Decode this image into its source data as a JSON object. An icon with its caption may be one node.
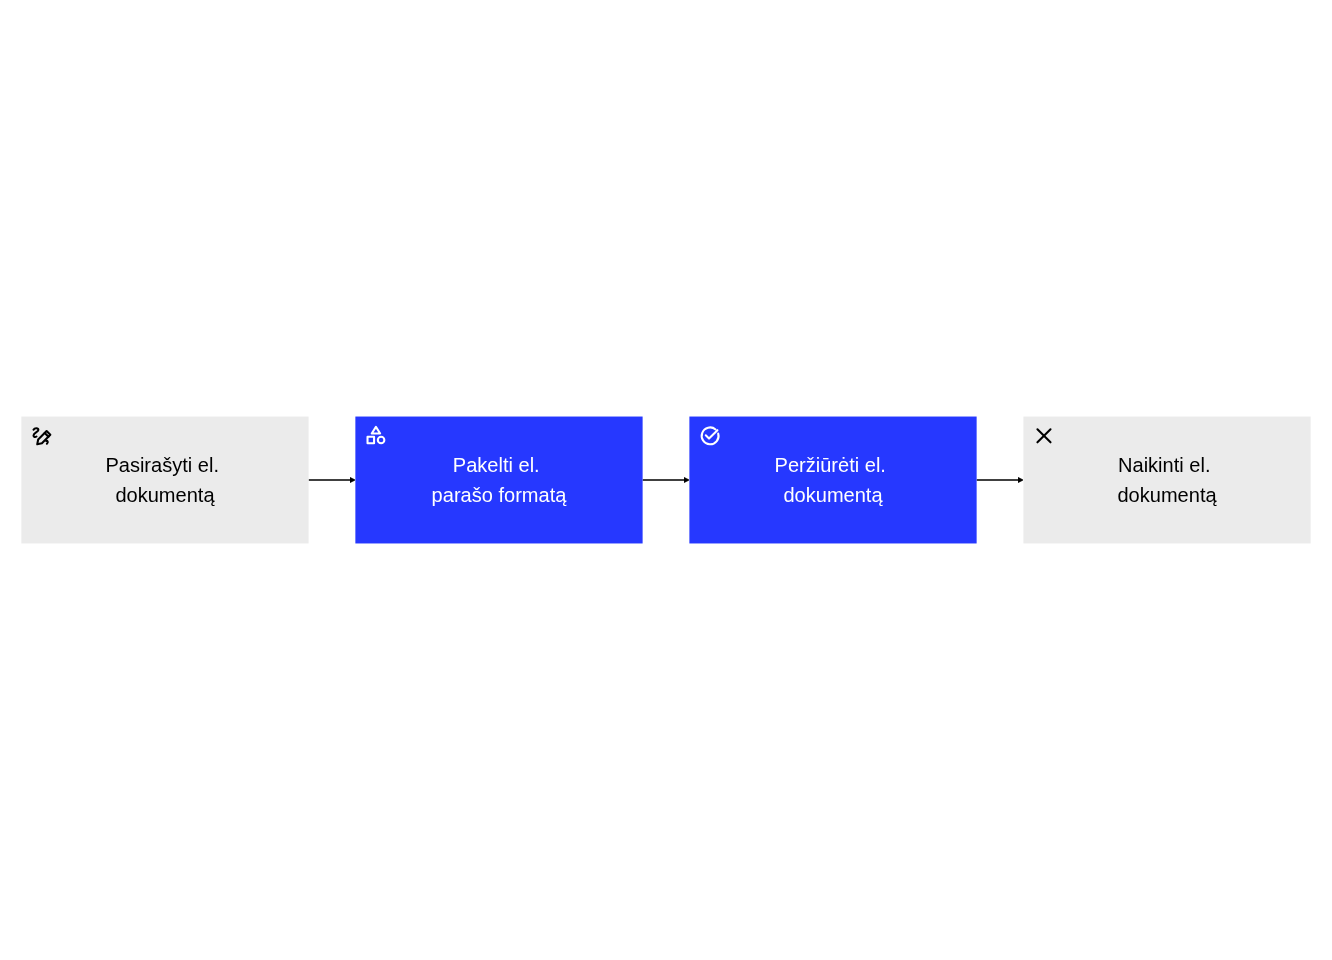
{
  "diagram": {
    "nodes": [
      {
        "text": [
          "Pasirašyti el. dokumentą"
        ]
      },
      {
        "text": [
          "Pakelti el. parašo formatą"
        ]
      },
      {
        "text": [
          "Peržiūrėti el. dokumentą"
        ]
      },
      {
        "text": [
          "Naikinti el. dokumentą"
        ]
      }
    ],
    "edges": [
      {
        "from": 0,
        "to": 1,
        "arrow": "to"
      },
      {
        "from": 1,
        "to": 2,
        "arrow": "to"
      },
      {
        "from": 2,
        "to": 3,
        "arrow": "to"
      }
    ]
  }
}
